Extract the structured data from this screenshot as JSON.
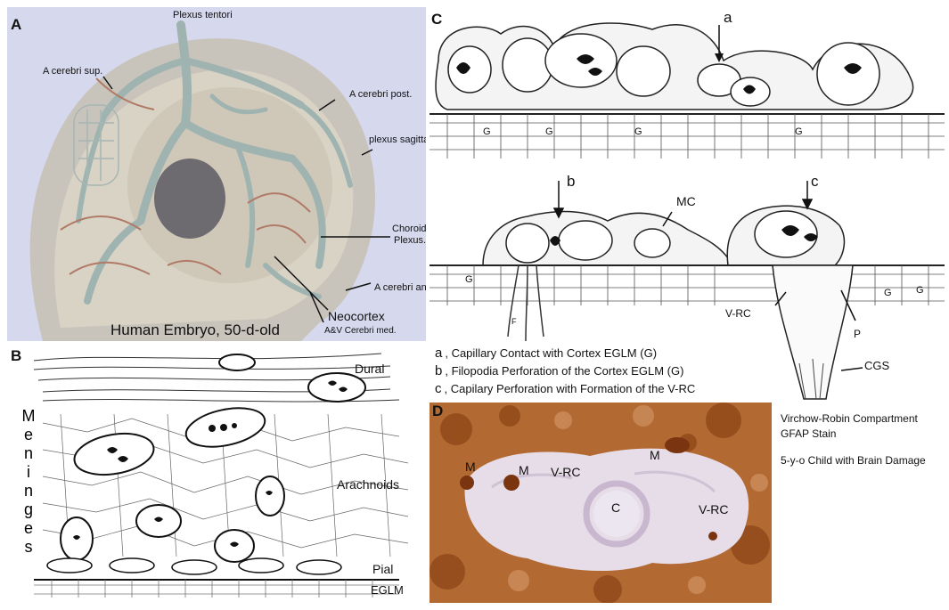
{
  "panel_a": {
    "letter": "A",
    "labels": {
      "plexus_tentori": "Plexus tentori",
      "a_cerebri_sup": "A cerebri sup.",
      "a_cerebri_post": "A cerebri post.",
      "plexus_sagitta": "plexus sagitta",
      "choroid_plexus_1": "Choroid",
      "choroid_plexus_2": "Plexus.",
      "a_cerebri_ant": "A cerebri ant",
      "neocortex": "Neocortex",
      "av_cerebri_med": "A&V Cerebri med.",
      "caption": "Human Embryo, 50-d-old"
    }
  },
  "panel_b": {
    "letter": "B",
    "meninges_letters": [
      "M",
      "e",
      "n",
      "i",
      "n",
      "g",
      "e",
      "s"
    ],
    "labels": {
      "dural": "Dural",
      "arachnoids": "Arachnoids",
      "pial": "Pial",
      "eglm": "EGLM"
    }
  },
  "panel_c": {
    "letter": "C",
    "labels": {
      "a": "a",
      "b": "b",
      "c": "c",
      "mc": "MC",
      "vrc": "V-RC",
      "p": "P",
      "cgs": "CGS",
      "f": "F",
      "g": "G"
    },
    "legend": [
      {
        "key": "a",
        "text": ", Capillary Contact with Cortex EGLM (G)"
      },
      {
        "key": "b",
        "text": ", Filopodia Perforation of the Cortex EGLM (G)"
      },
      {
        "key": "c",
        "text": ", Capilary Perforation with Formation of the V-RC"
      }
    ]
  },
  "panel_d": {
    "letter": "D",
    "labels": {
      "m1": "M",
      "m2": "M",
      "m3": "M",
      "vrc1": "V-RC",
      "vrc2": "V-RC",
      "c": "C"
    },
    "notes": [
      "Virchow-Robin Compartment",
      "GFAP Stain",
      "5-y-o Child with Brain Damage"
    ]
  },
  "colors": {
    "panel_a_bg": "#d6d8ee",
    "vessel": "#9fb4b0",
    "artery": "#b07a66",
    "ink": "#222222",
    "stain_brown": "#a9581f",
    "stain_pale": "#e6dde8"
  }
}
